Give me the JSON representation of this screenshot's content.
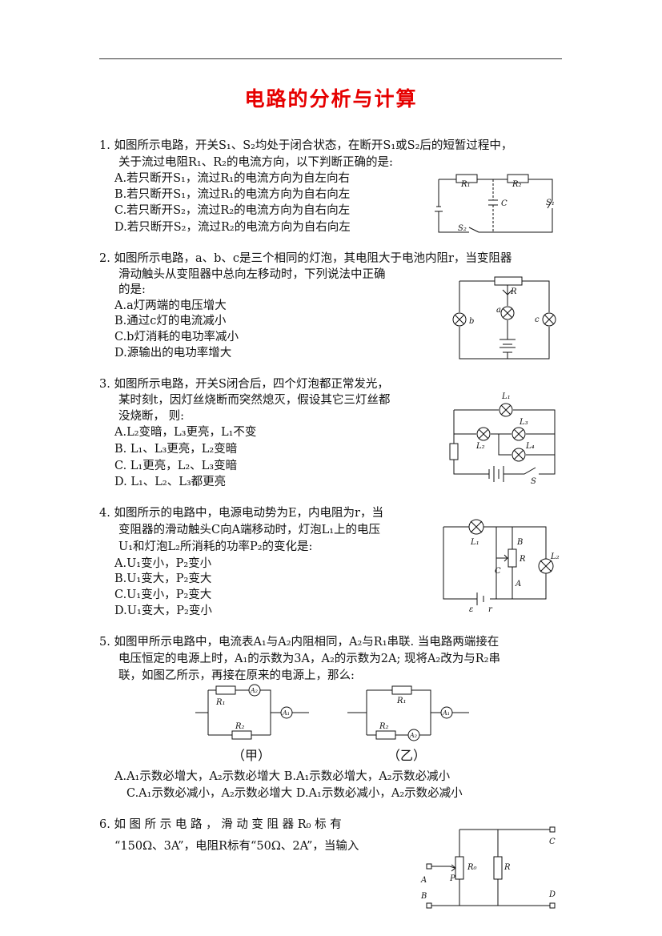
{
  "title": "电路的分析与计算",
  "q1": {
    "lines": [
      "1.  如图所示电路，开关S₁、S₂均处于闭合状态，在断开S₁或S₂后的短暂过程中，",
      "关于流过电阻R₁、R₂的电流方向，以下判断正确的是:"
    ],
    "options": [
      "A.若只断开S₁，流过R₁的电流方向为自左向右",
      "B.若只断开S₁，流过R₁的电流方向为自右向左",
      "C.若只断开S₂，流过R₂的电流方向为自右向左",
      "D.若只断开S₂，流过R₂的电流方向为自右向左"
    ],
    "fig": {
      "r1": "R₁",
      "r2": "R₂",
      "c": "C",
      "s1": "S₁",
      "s2": "S₂"
    }
  },
  "q2": {
    "lines": [
      "2.  如图所示电路，a、b、c是三个相同的灯泡，其电阻大于电池内阻r，当变阻器",
      "滑动触头从变阻器中总向左移动时，下列说法中正确",
      "的是:"
    ],
    "options": [
      "A.a灯两端的电压增大",
      "B.通过c灯的电流减小",
      "C.b灯消耗的电功率减小",
      "D.源输出的电功率增大"
    ],
    "fig": {
      "r": "R",
      "a": "a",
      "b": "b",
      "c": "c"
    }
  },
  "q3": {
    "lines": [
      "3.  如图所示电路，开关S闭合后，四个灯泡都正常发光，",
      "某时刻t，因灯丝烧断而突然熄灭，假设其它三灯丝都",
      "没烧断，  则:"
    ],
    "options": [
      "A.L₂变暗，L₃更亮，L₁不变",
      "B. L₁、L₃更亮，L₂变暗",
      "C. L₁更亮，L₂、L₃变暗",
      "D. L₁、L₂、L₃都更亮"
    ],
    "fig": {
      "l1": "L₁",
      "l2": "L₂",
      "l3": "L₃",
      "l4": "L₄",
      "s": "S"
    }
  },
  "q4": {
    "lines": [
      "4.  如图所示的电路中，电源电动势为E，内电阻为r，当",
      "变阻器的滑动触头C向A端移动时，灯泡L₁上的电压",
      "U₁和灯泡L₂所消耗的功率P₂的变化是:"
    ],
    "options": [
      "A.U₁变小，P₂变小",
      "B.U₁变大，P₂变大",
      "C.U₁变小，P₂变大",
      "D.U₁变大，P₂变小"
    ],
    "fig": {
      "l1": "L₁",
      "l2": "L₂",
      "b": "B",
      "r": "R",
      "c": "C",
      "a": "A",
      "e": "ε",
      "rr": "r"
    }
  },
  "q5": {
    "lines": [
      "5.  如图甲所示电路中，电流表A₁与A₂内阻相同，A₂与R₁串联. 当电路两端接在",
      "电压恒定的电源上时，A₁的示数为3A，A₂的示数为2A; 现将A₂改为与R₂串",
      "联，如图乙所示，再接在原来的电源上，那么:"
    ],
    "options": [
      "A.A₁示数必增大，A₂示数必增大     B.A₁示数必增大，A₂示数必减小",
      "C.A₁示数必减小，A₂示数必增大     D.A₁示数必减小，A₂示数必减小"
    ],
    "fig": {
      "r1": "R₁",
      "r2": "R₂",
      "a1": "A₁",
      "a2": "A₂",
      "cap_jia": "（甲）",
      "cap_yi": "（乙）"
    }
  },
  "q6": {
    "lines": [
      "6.  如 图 所 示 电 路 ， 滑 动 变 阻 器 R₀ 标 有",
      "“150Ω、3A”，电阻R标有“50Ω、2A”，当输入"
    ],
    "fig": {
      "a": "A",
      "b": "B",
      "c": "C",
      "d": "D",
      "p": "P",
      "r0": "R₀",
      "r": "R"
    }
  }
}
